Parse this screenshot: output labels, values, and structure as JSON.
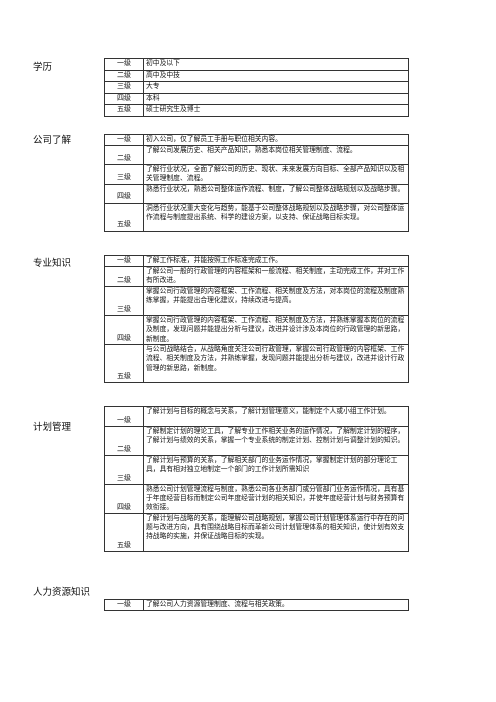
{
  "sections": [
    {
      "title": "学历",
      "rows": [
        {
          "level": "一级",
          "text": "初中及以下"
        },
        {
          "level": "二级",
          "text": "高中及中技"
        },
        {
          "level": "三级",
          "text": "大专"
        },
        {
          "level": "四级",
          "text": "本科"
        },
        {
          "level": "五级",
          "text": "硕士研究生及博士"
        }
      ]
    },
    {
      "title": "公司了解",
      "rows": [
        {
          "level": "一级",
          "text": "初入公司，仅了解员工手册与职位相关内容。"
        },
        {
          "level": "二级",
          "text": "了解公司发展历史、相关产品知识，熟悉本岗位相关管理制度、流程。"
        },
        {
          "level": "三级",
          "text": "了解行业状况，全面了解公司的历史、现状、未来发展方向目标、全部产品知识以及相关管理制度、流程。"
        },
        {
          "level": "四级",
          "text": "熟悉行业状况，熟悉公司整体运作流程、制度，了解公司整体战略规划以及战略步骤。"
        },
        {
          "level": "五级",
          "text": "洞悉行业状况重大变化与趋势，能基于公司整体战略规划以及战略步骤，对公司整体运作流程与制度提出系统、科学的建设方案，以支持、保证战略目标实现。"
        }
      ]
    },
    {
      "title": "专业知识",
      "rows": [
        {
          "level": "一级",
          "text": "了解工作标准，并能按照工作标准完成工作。"
        },
        {
          "level": "二级",
          "text": "了解公司一般的行政管理的内容框架和一般流程、相关制度，主动完成工作，并对工作有所改进。"
        },
        {
          "level": "三级",
          "text": "掌握公司行政管理的内容框架、工作流程、相关制度及方法，对本岗位的流程及制度熟练掌握，并能提出合理化建议，持续改进与提高。"
        },
        {
          "level": "四级",
          "text": "掌握公司行政管理的内容框架、工作流程、相关制度及方法，并熟练掌握本岗位的流程及制度，发现问题并能提出分析与建议，改进并设计涉及本岗位的行政管理的新思路，新制度。"
        },
        {
          "level": "五级",
          "text": "与公司战略结合，从战略角度关注公司行政管理，掌握公司行政管理的内容框架、工作流程、相关制度及方法，并熟练掌握，发现问题并能提出分析与建议，改进并设计行政管理的新思路，新制度。"
        }
      ]
    },
    {
      "title": "计划管理",
      "rows": [
        {
          "level": "一级",
          "text": "了解计划与目标的概念与关系，了解计划管理意义，能制定个人或小组工作计划。"
        },
        {
          "level": "二级",
          "text": "了解制定计划的理论工具，了解专业工作相关业务的运作情况，了解制定计划的程序，了解计划与绩效的关系，掌握一个专业系统的制定计划、控制计划与调整计划的知识。"
        },
        {
          "level": "三级",
          "text": "了解计划与预算的关系，了解相关部门的业务运作情况，掌握制定计划的部分理论工具，具有相对独立地制定一个部门的工作计划所需知识"
        },
        {
          "level": "四级",
          "text": "熟悉公司计划管理流程与制度，熟悉公司各业务部门或分管部门业务运作情况，具有基于年度经营目标而制定公司年度经营计划的相关知识，并使年度经营计划与财务预算有效衔接。"
        },
        {
          "level": "五级",
          "text": "了解计划与战略的关系，能理解公司战略规划，掌握公司计划管理体系运行中存在的问题与改进方向，具有围绕战略目标而革新公司计划管理体系的相关知识，使计划有效支持战略的实施，并保证战略目标的实现。"
        }
      ]
    },
    {
      "title": "人力资源知识",
      "rows": [
        {
          "level": "一级",
          "text": "了解公司人力资源管理制度、流程与相关政策。"
        }
      ]
    }
  ]
}
